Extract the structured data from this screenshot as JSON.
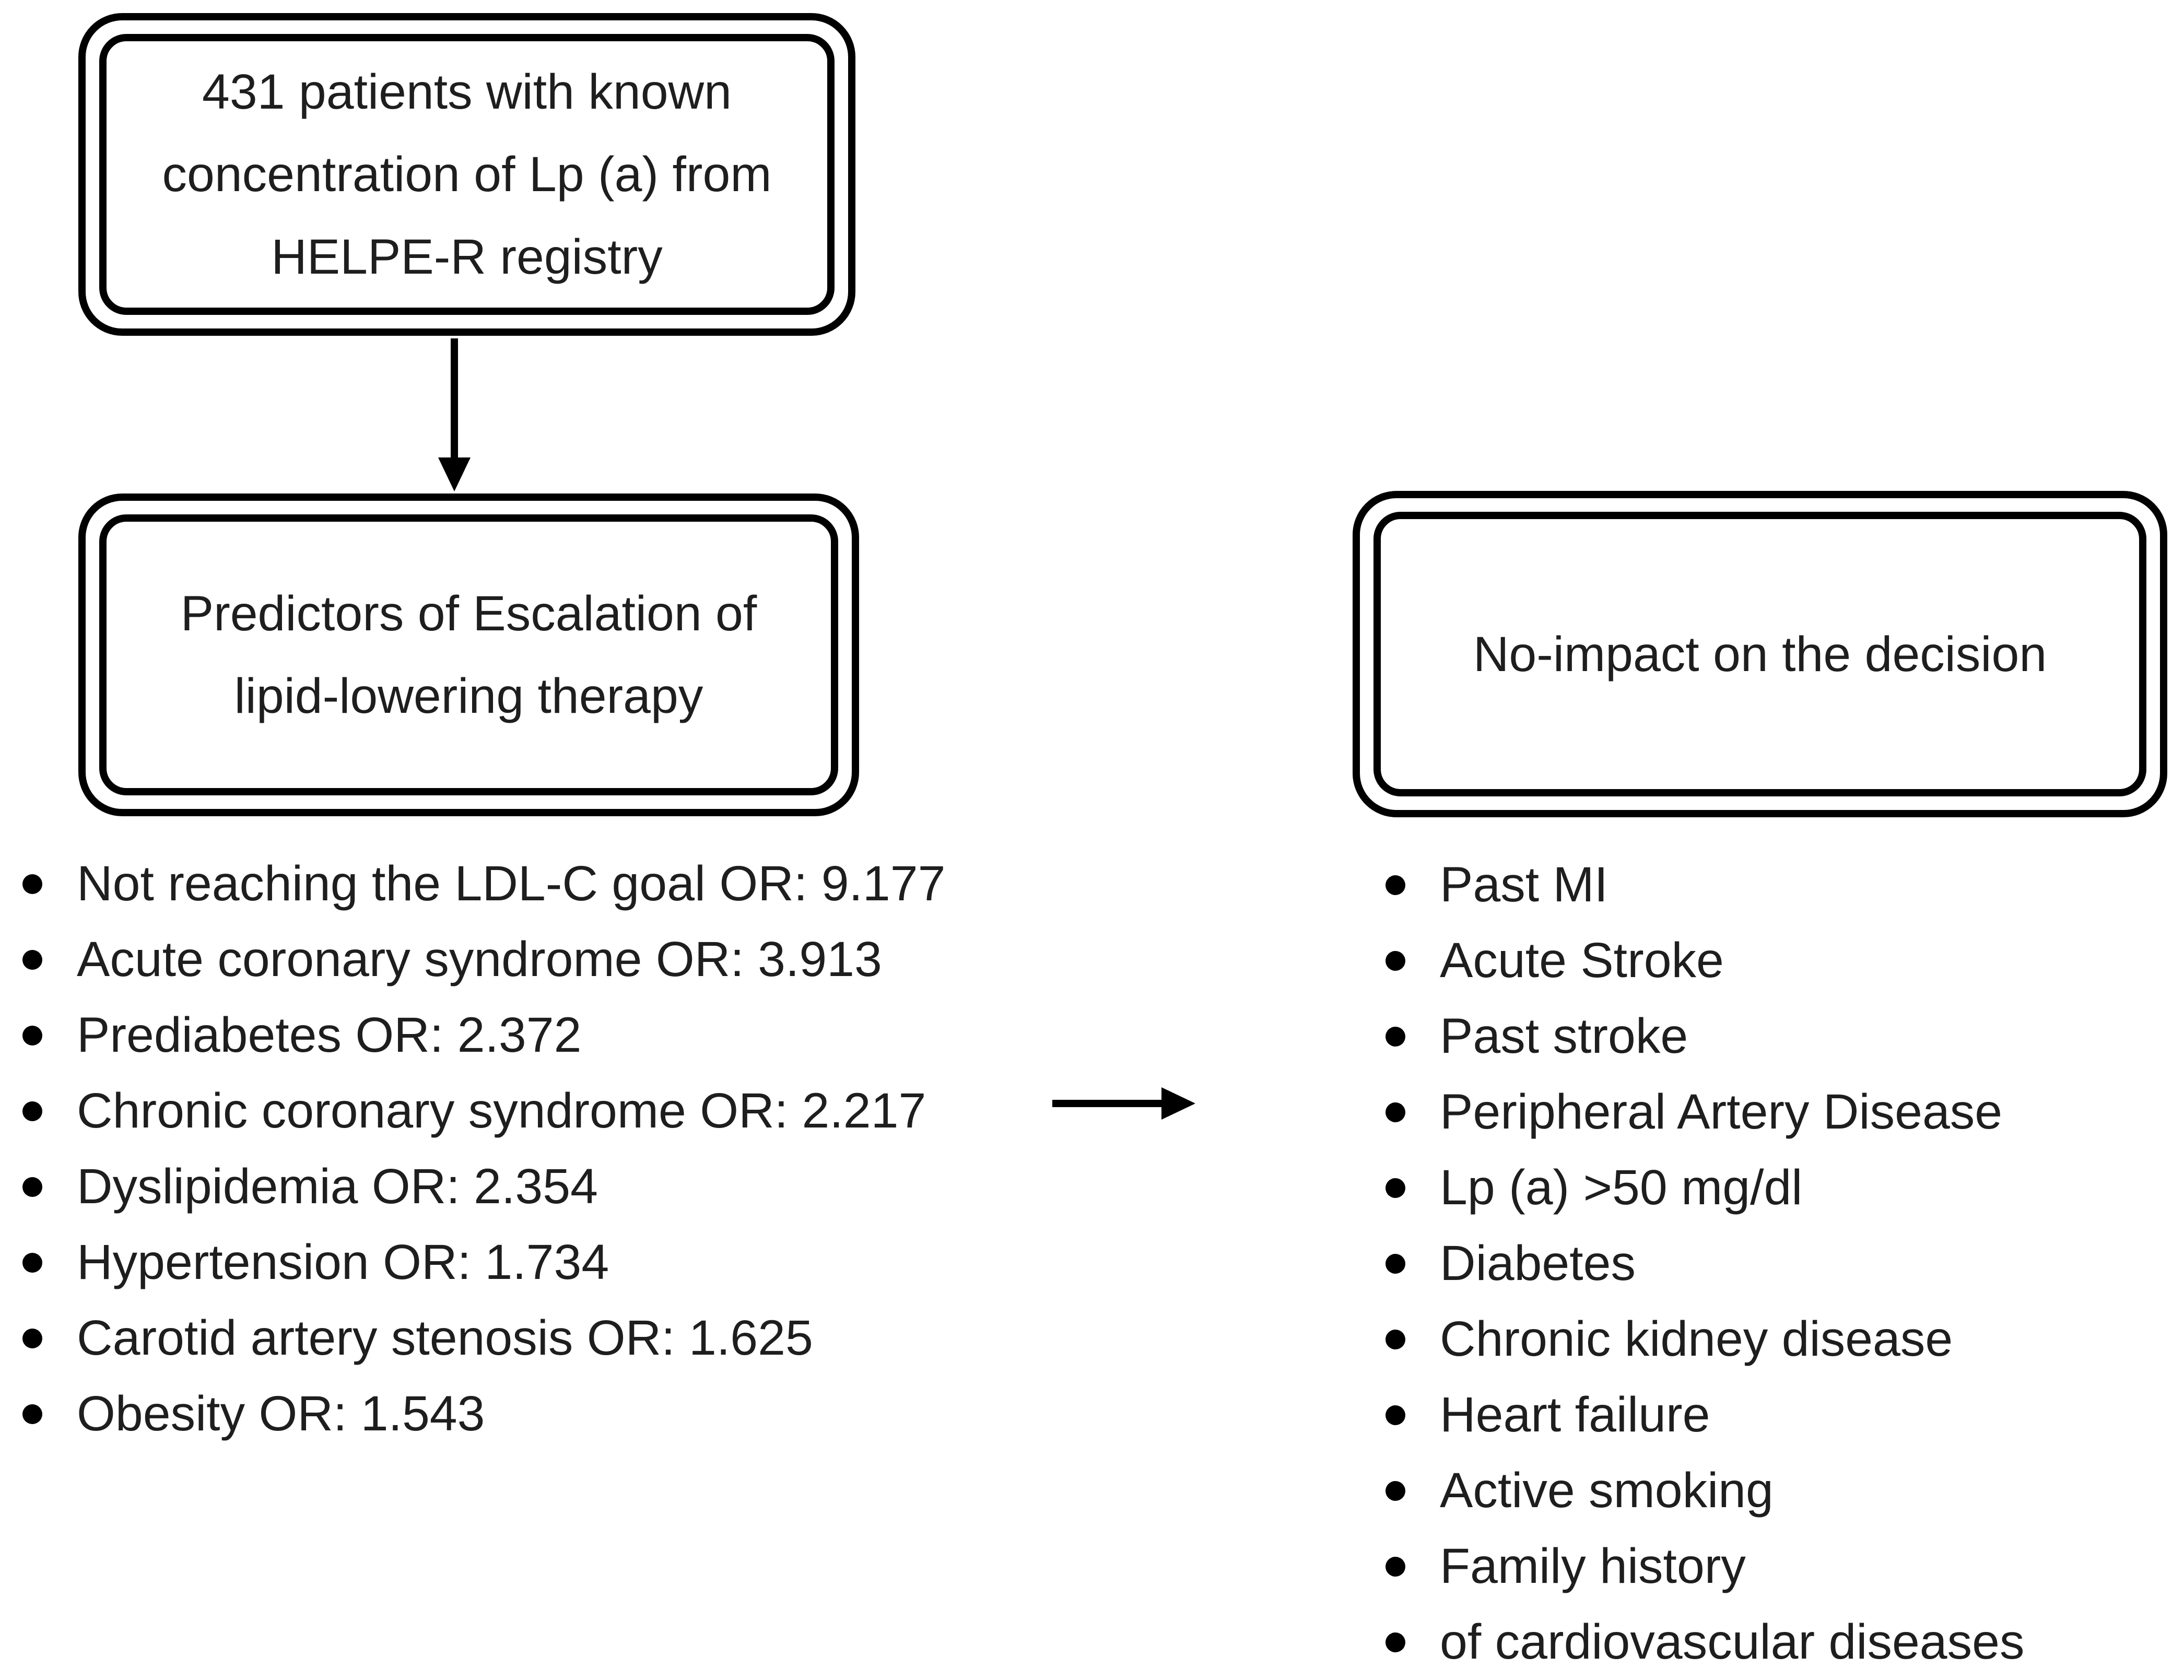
{
  "boxes": {
    "patients": {
      "lines": [
        "431 patients with known",
        "concentration of Lp (a) from",
        "HELPE-R registry"
      ]
    },
    "predictors": {
      "lines": [
        "Predictors of Escalation of",
        "lipid-lowering therapy"
      ]
    },
    "no_impact": {
      "lines": [
        "No-impact on the decision"
      ]
    }
  },
  "predictor_list": {
    "items": [
      "Not reaching the LDL-C goal OR: 9.177",
      "Acute coronary syndrome OR: 3.913",
      "Prediabetes OR: 2.372",
      "Chronic coronary syndrome OR: 2.217",
      "Dyslipidemia OR: 2.354",
      "Hypertension OR: 1.734",
      "Carotid artery stenosis OR: 1.625",
      "Obesity OR: 1.543"
    ]
  },
  "no_impact_list": {
    "items": [
      "Past MI",
      "Acute Stroke",
      "Past stroke",
      "Peripheral Artery Disease",
      "Lp (a) >50 mg/dl",
      "Diabetes",
      "Chronic kidney disease",
      "Heart failure",
      "Active smoking",
      "Family history",
      "of cardiovascular diseases"
    ]
  },
  "colors": {
    "ink": "#000000",
    "text": "#1e1e1e",
    "background": "#ffffff"
  }
}
